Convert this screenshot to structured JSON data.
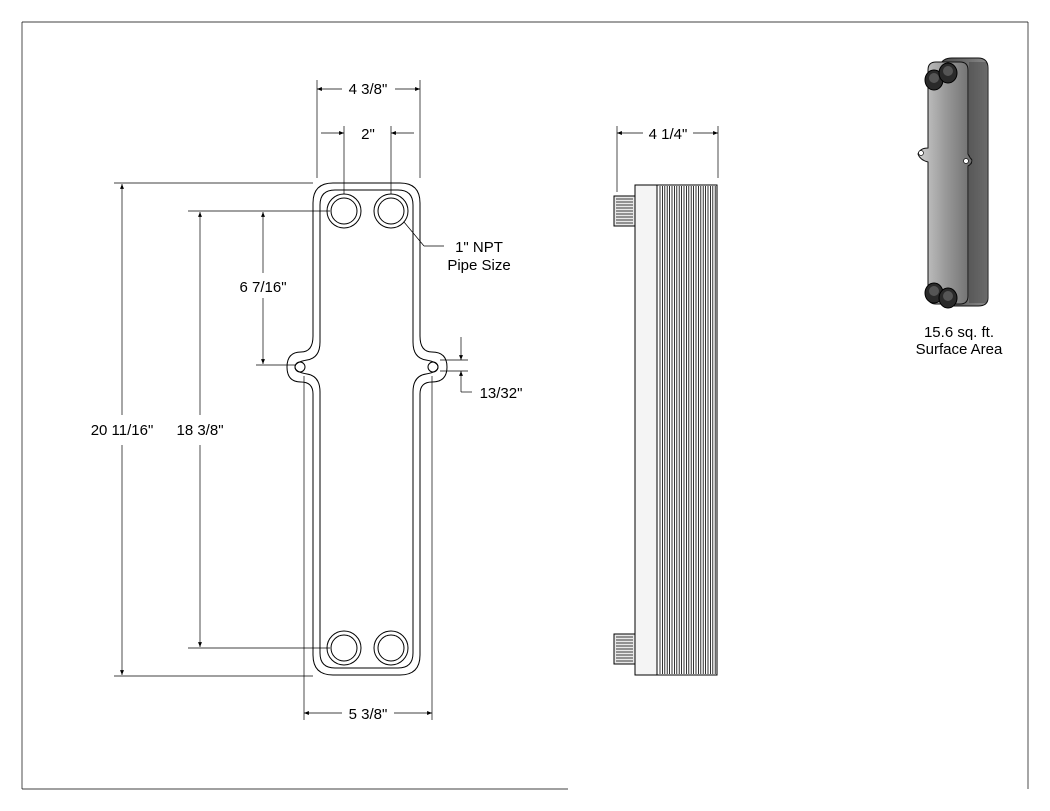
{
  "dimensions": {
    "overall_width": "4 3/8\"",
    "port_spacing": "2\"",
    "side_depth": "4 1/4\"",
    "overall_height": "20 11/16\"",
    "port_center_height": "18 3/8\"",
    "port_to_tab": "6 7/16\"",
    "tab_width": "13/32\"",
    "tab_span": "5 3/8\""
  },
  "callout": {
    "line1": "1\" NPT",
    "line2": "Pipe Size"
  },
  "caption": {
    "line1": "15.6 sq. ft.",
    "line2": "Surface Area"
  }
}
